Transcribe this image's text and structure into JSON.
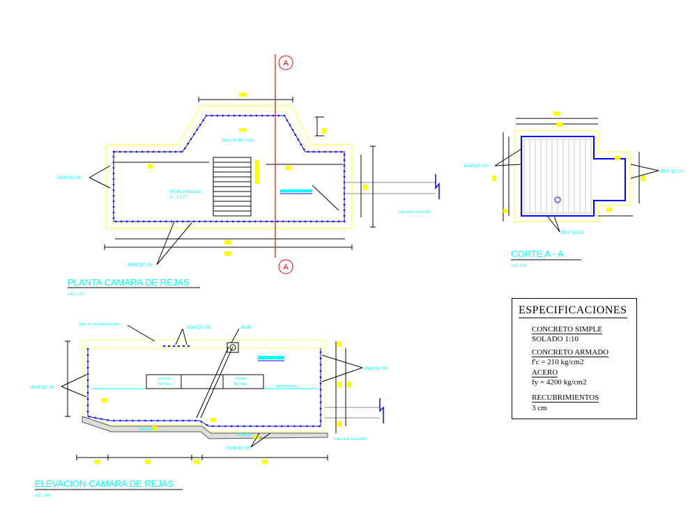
{
  "section_marker": "A",
  "plan": {
    "title": "PLANTA CAMARA DE REJAS",
    "scale": "ESC: 1/25",
    "label_bypass_zone": "Zona de By Pass",
    "label_rejas": "REJA VARILLAS",
    "label_slope": "A - 1 1/2\"",
    "label_rebar_left": "Ø3/8\"@0.20",
    "label_rebar_bottom": "Ø3/8\"@0.20",
    "label_outlet": "Tubería de Salida Ø6\""
  },
  "corte": {
    "title": "CORTE  A - A",
    "scale": "ESC: 1/25",
    "label_rebar_left": "Ø3/8\"@0.20",
    "label_rebar_right": "Ø3/8\"@0.20",
    "label_rebar_bottom": "Ø3/8\"@0.20"
  },
  "elevation": {
    "title": "ELEVACION CAMARA DE REJAS",
    "scale": "ESC: 1/25",
    "label_cover": "Tapa de Concreto Armado",
    "label_top_rebar": "Ø3/8\"@0.15",
    "label_pipe": "Ø3/8\"",
    "label_bypass_start": "Inicio de",
    "label_bypass_start2": "By Pass",
    "label_bypass_end": "Fin del",
    "label_bypass_end2": "By Pass",
    "label_water_level": "Nivel Estático",
    "label_rebar_left": "Ø3/8\"@0.20",
    "label_rebar_right": "Ø3/8\"@0.20",
    "label_rebar_bottom": "Ø3/8\"@0.20",
    "label_solado": "SOLADO",
    "label_solado2": "SOLADO",
    "label_outlet": "Tubería de Salida Ø6\""
  },
  "specs": {
    "title": "ESPECIFICACIONES",
    "items": [
      {
        "heading": "CONCRETO SIMPLE",
        "value": "SOLADO 1:10"
      },
      {
        "heading": "CONCRETO ARMADO",
        "value": "f'c = 210 kg/cm2"
      },
      {
        "heading": "ACERO",
        "value": "fy = 4200 kg/cm2"
      },
      {
        "heading": "RECUBRIMIENTOS",
        "value": "3 cm"
      }
    ]
  },
  "colors": {
    "wall": "#ffff99",
    "rebar": "#0000ff",
    "dimension": "#000000",
    "section_line": "#ff0000",
    "annotation": "#00ffff",
    "dim_tag": "#ffff00"
  }
}
